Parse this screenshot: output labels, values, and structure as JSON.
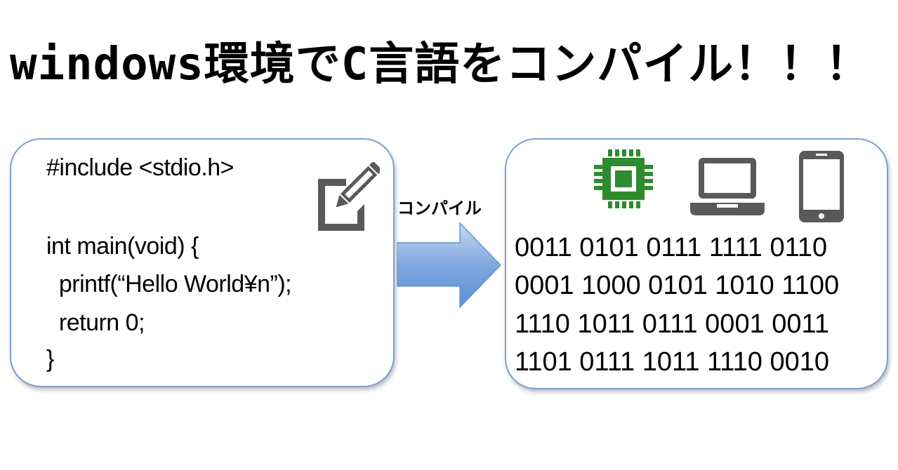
{
  "title": "windows環境でC言語をコンパイル！！！",
  "source_code": {
    "lines": [
      "#include <stdio.h>",
      "int main(void) {",
      "  printf(“Hello World¥n”);",
      "  return 0;",
      "}"
    ],
    "icon": "edit-document-icon"
  },
  "arrow": {
    "label": "コンパイル",
    "color": "#7aa3dc"
  },
  "machine_code": {
    "devices": [
      "microchip-icon",
      "laptop-icon",
      "smartphone-icon"
    ],
    "rows": [
      "0011 0101 0111 1111 0110",
      "0001 1000 0101 1010 1100",
      "1110 1011 0111 0001 0011",
      "1101 0111 1011 1110 0010"
    ]
  },
  "colors": {
    "panel_border": "#7f9fcf",
    "chip_green": "#2e8b2e",
    "icon_gray": "#595959"
  }
}
